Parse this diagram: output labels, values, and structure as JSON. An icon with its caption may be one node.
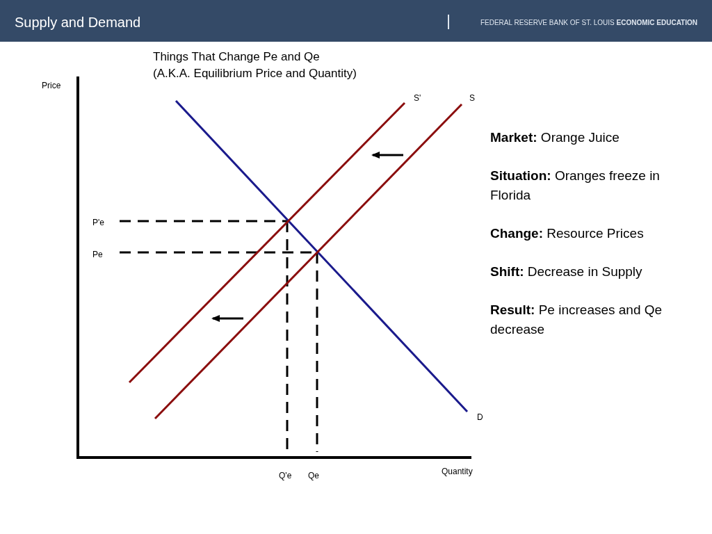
{
  "diagram": {
    "title": "Supply and Demand",
    "labels": [
      "FEDERAL RESERVE BANK OF ST. LOUIS **ECONOMIC EDUCATION**",
      "Things That Change Pe and Qe",
      "(A.K.A. Equilibrium Price and Quantity)",
      "Price",
      "S'",
      "S",
      "P'e",
      "Pe",
      "D",
      "Q'e",
      "Qe",
      "Quantity",
      "**Market:** Orange Juice",
      "**Situation:** Oranges freeze in Florida",
      "**Change:** Resource Prices",
      "**Shift:** Decrease in Supply",
      "**Result:** Pe increases and Qe decrease"
    ]
  }
}
